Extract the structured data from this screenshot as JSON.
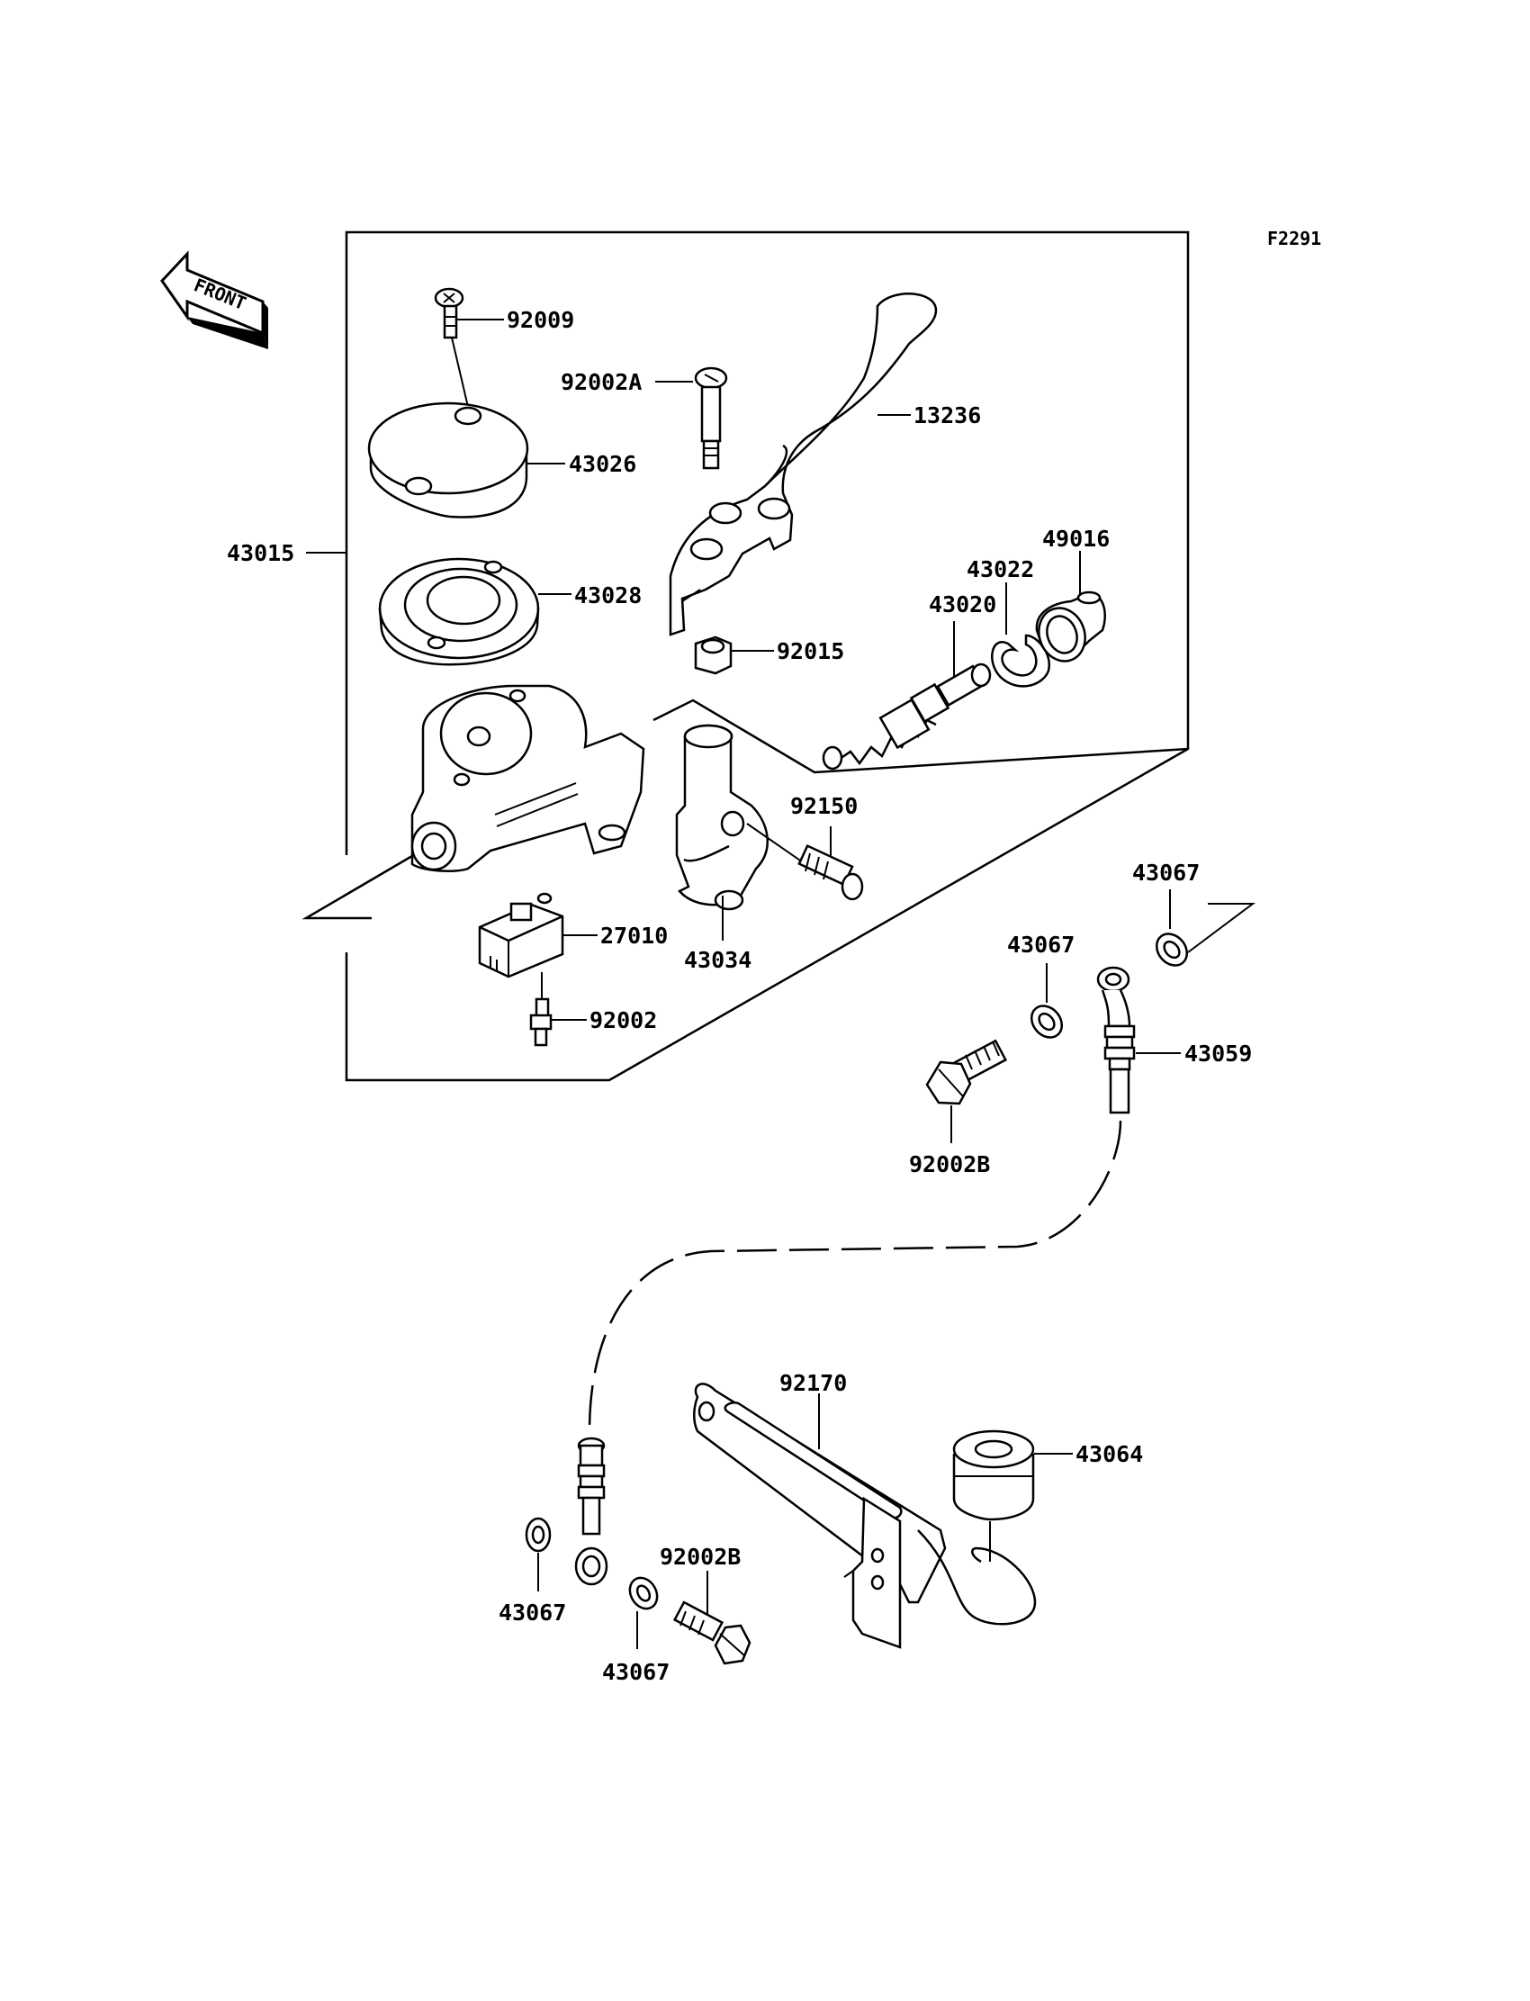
{
  "figure_code": "F2291",
  "front_label": "FRONT",
  "parts": [
    {
      "id": "p92009",
      "label": "92009",
      "icon": "screw-icon"
    },
    {
      "id": "p92002A",
      "label": "92002A",
      "icon": "pivot-bolt-icon"
    },
    {
      "id": "p13236",
      "label": "13236",
      "icon": "brake-lever-icon"
    },
    {
      "id": "p43026",
      "label": "43026",
      "icon": "reservoir-cap-icon"
    },
    {
      "id": "p43015",
      "label": "43015",
      "icon": "master-cylinder-assembly-icon"
    },
    {
      "id": "p43028",
      "label": "43028",
      "icon": "diaphragm-icon"
    },
    {
      "id": "p49016",
      "label": "49016",
      "icon": "dust-boot-icon"
    },
    {
      "id": "p43022",
      "label": "43022",
      "icon": "circlip-icon"
    },
    {
      "id": "p43020",
      "label": "43020",
      "icon": "piston-icon"
    },
    {
      "id": "p92015",
      "label": "92015",
      "icon": "nut-icon"
    },
    {
      "id": "p92150",
      "label": "92150",
      "icon": "clamp-bolt-icon"
    },
    {
      "id": "p27010",
      "label": "27010",
      "icon": "brake-switch-icon"
    },
    {
      "id": "p43034",
      "label": "43034",
      "icon": "clamp-holder-icon"
    },
    {
      "id": "p92002",
      "label": "92002",
      "icon": "switch-screw-icon"
    },
    {
      "id": "p43067a",
      "label": "43067",
      "icon": "washer-icon"
    },
    {
      "id": "p43067b",
      "label": "43067",
      "icon": "washer-icon"
    },
    {
      "id": "p43059",
      "label": "43059",
      "icon": "brake-hose-icon"
    },
    {
      "id": "p92002Ba",
      "label": "92002B",
      "icon": "banjo-bolt-icon"
    },
    {
      "id": "p92170",
      "label": "92170",
      "icon": "hose-bracket-icon"
    },
    {
      "id": "p43064",
      "label": "43064",
      "icon": "grommet-icon"
    },
    {
      "id": "p43067c",
      "label": "43067",
      "icon": "washer-icon"
    },
    {
      "id": "p92002Bb",
      "label": "92002B",
      "icon": "banjo-bolt-icon"
    },
    {
      "id": "p43067d",
      "label": "43067",
      "icon": "washer-icon"
    }
  ]
}
